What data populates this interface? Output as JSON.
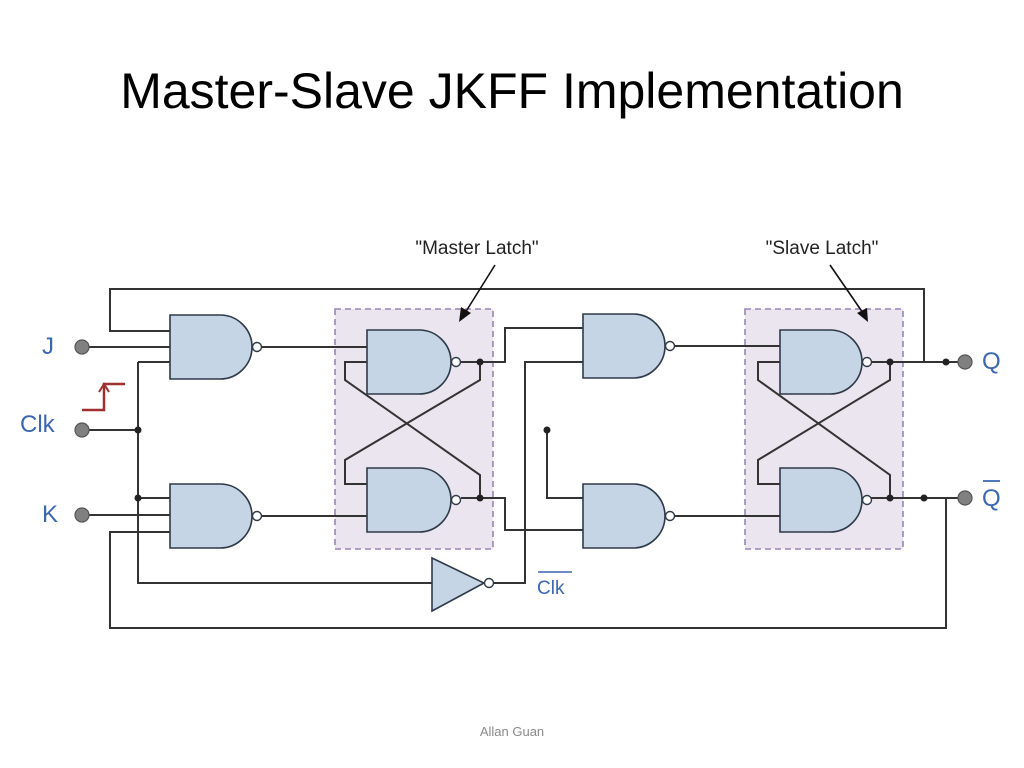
{
  "slide": {
    "title": "Master-Slave JKFF Implementation",
    "footer": "Allan Guan"
  },
  "diagram": {
    "master_latch_label": "\"Master Latch\"",
    "slave_latch_label": "\"Slave Latch\"",
    "inputs": {
      "j": "J",
      "clk": "Clk",
      "k": "K"
    },
    "outputs": {
      "q": "Q",
      "q_bar": "Q"
    },
    "clk_bar_label": "Clk",
    "colors": {
      "gate_fill": "#c5d5e6",
      "latch_box_fill": "#ebe5f0",
      "latch_box_border": "#9a84b6",
      "label_blue": "#3a67b0",
      "clock_edge": "#a03030"
    }
  }
}
